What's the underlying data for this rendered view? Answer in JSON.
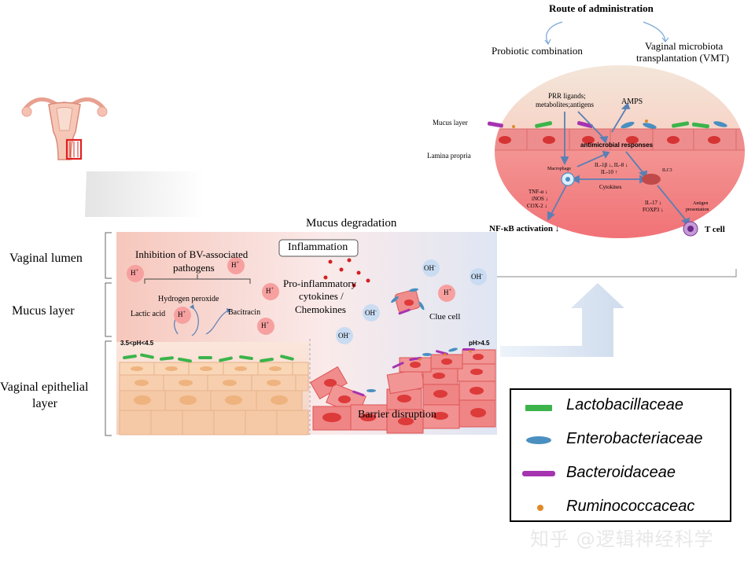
{
  "route": {
    "title": "Route of administration",
    "left": "Probiotic combination",
    "right_line1": "Vaginal microbiota",
    "right_line2": "transplantation (VMT)"
  },
  "immune": {
    "mucus_layer": "Mucus layer",
    "lamina_propria": "Lamina propria",
    "prr_line1": "PRR ligands;",
    "prr_line2": "metabolites;antigens",
    "amps": "AMPS",
    "antimicrobial": "antimicrobial responses",
    "macrophage": "Macrophage",
    "il_line1": "IL-1β ↓, IL-8 ↓",
    "il_line2": "IL-10 ↑",
    "ilc3": "ILC3",
    "cytokines": "Cytokines",
    "tnf1": "TNF-α ↓",
    "tnf2": "iNOS ↓",
    "tnf3": "COX-2 ↓",
    "il17_1": "IL-17 ↓",
    "il17_2": "FOXP3 ↓",
    "antigen1": "Antigen",
    "antigen2": "presentation",
    "nfkb": "NF-κB activation ↓",
    "tcell": "T cell"
  },
  "vaginal": {
    "lumen": "Vaginal lumen",
    "mucus": "Mucus layer",
    "epithelial_line1": "Vaginal epithelial",
    "epithelial_line2": "layer",
    "mucus_degradation": "Mucus degradation",
    "inhibition_line1": "Inhibition of BV-associated",
    "inhibition_line2": "pathogens",
    "hydrogen_peroxide": "Hydrogen peroxide",
    "lactic_acid": "Lactic acid",
    "bacitracin": "Bacitracin",
    "inflammation": "Inflammation",
    "proinflam_line1": "Pro-inflammatory",
    "proinflam_line2": "cytokines /",
    "proinflam_line3": "Chemokines",
    "clue_cell": "Clue cell",
    "ph_left": "3.5<pH<4.5",
    "ph_right": "pH>4.5",
    "barrier": "Barrier disruption",
    "h_ion": "H",
    "h_sup": "+",
    "oh_ion": "OH",
    "oh_sup": "-"
  },
  "legend": {
    "items": [
      {
        "label": "Lactobacillaceae",
        "color": "#3cb44b",
        "shape": "rod"
      },
      {
        "label": "Enterobacteriaceae",
        "color": "#4a8fc0",
        "shape": "ellipse"
      },
      {
        "label": "Bacteroidaceae",
        "color": "#a633b0",
        "shape": "rod"
      },
      {
        "label": "Ruminococcaceac",
        "color": "#e08a28",
        "shape": "dot"
      }
    ]
  },
  "watermark": "知乎 @逻辑神经科学"
}
